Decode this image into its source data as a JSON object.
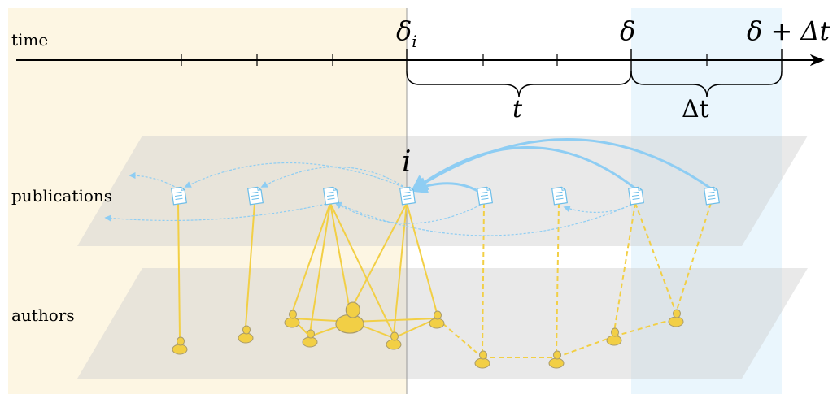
{
  "labels": {
    "time": "time",
    "publications": "publications",
    "authors": "authors"
  },
  "time_marks": {
    "delta_i_base": "δ",
    "delta_i_sub": "i",
    "delta": "δ",
    "delta_plus_dt": "δ + Δt"
  },
  "brace_labels": {
    "t": "t",
    "dt": "Δt"
  },
  "focus_label": "i",
  "colors": {
    "past_region": "#fdf6e3",
    "future_region": "#eaf6fd",
    "plane": "#e6e6e6",
    "citation": "#8ecdf3",
    "author": "#f2cf45",
    "author_outline": "#a89a6a",
    "coauthor_link": "#f2cf45",
    "axis": "#000000"
  },
  "icons": {
    "publication": "document-icon",
    "author": "person-icon"
  }
}
